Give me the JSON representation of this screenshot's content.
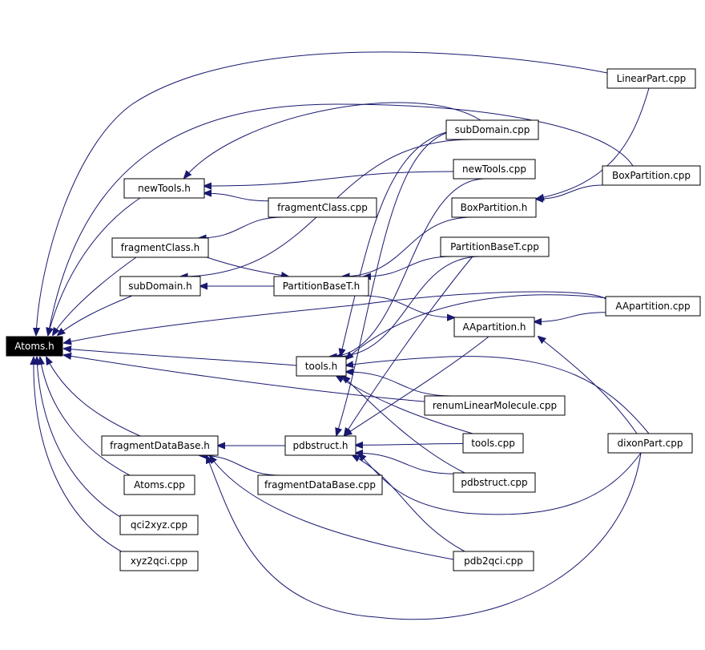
{
  "graph": {
    "nodes": [
      {
        "id": "atoms_h",
        "label": "Atoms.h",
        "root": true
      },
      {
        "id": "newtools_h",
        "label": "newTools.h"
      },
      {
        "id": "fragmentclass_h",
        "label": "fragmentClass.h"
      },
      {
        "id": "subdomain_h",
        "label": "subDomain.h"
      },
      {
        "id": "fragmentclass_cpp",
        "label": "fragmentClass.cpp"
      },
      {
        "id": "partitionbaset_h",
        "label": "PartitionBaseT.h"
      },
      {
        "id": "tools_h",
        "label": "tools.h"
      },
      {
        "id": "fragmentdatabase_h",
        "label": "fragmentDataBase.h"
      },
      {
        "id": "pdbstruct_h",
        "label": "pdbstruct.h"
      },
      {
        "id": "atoms_cpp",
        "label": "Atoms.cpp"
      },
      {
        "id": "qci2xyz_cpp",
        "label": "qci2xyz.cpp"
      },
      {
        "id": "xyz2qci_cpp",
        "label": "xyz2qci.cpp"
      },
      {
        "id": "fragmentdatabase_cpp",
        "label": "fragmentDataBase.cpp"
      },
      {
        "id": "subdomain_cpp",
        "label": "subDomain.cpp"
      },
      {
        "id": "newtools_cpp",
        "label": "newTools.cpp"
      },
      {
        "id": "boxpartition_h",
        "label": "BoxPartition.h"
      },
      {
        "id": "partitionbaset_cpp",
        "label": "PartitionBaseT.cpp"
      },
      {
        "id": "apartition_h",
        "label": "AApartition.h"
      },
      {
        "id": "renumlinearmolecule_cpp",
        "label": "renumLinearMolecule.cpp"
      },
      {
        "id": "tools_cpp",
        "label": "tools.cpp"
      },
      {
        "id": "pdbstruct_cpp",
        "label": "pdbstruct.cpp"
      },
      {
        "id": "pdb2qci_cpp",
        "label": "pdb2qci.cpp"
      },
      {
        "id": "linearpart_cpp",
        "label": "LinearPart.cpp"
      },
      {
        "id": "boxpartition_cpp",
        "label": "BoxPartition.cpp"
      },
      {
        "id": "apartition_cpp",
        "label": "AApartition.cpp"
      },
      {
        "id": "dixonpart_cpp",
        "label": "dixonPart.cpp"
      }
    ],
    "edges": [
      [
        "newtools_h",
        "atoms_h"
      ],
      [
        "fragmentclass_h",
        "atoms_h"
      ],
      [
        "subdomain_h",
        "atoms_h"
      ],
      [
        "tools_h",
        "atoms_h"
      ],
      [
        "fragmentdatabase_h",
        "atoms_h"
      ],
      [
        "atoms_cpp",
        "atoms_h"
      ],
      [
        "qci2xyz_cpp",
        "atoms_h"
      ],
      [
        "xyz2qci_cpp",
        "atoms_h"
      ],
      [
        "linearpart_cpp",
        "atoms_h"
      ],
      [
        "boxpartition_cpp",
        "atoms_h"
      ],
      [
        "apartition_cpp",
        "atoms_h"
      ],
      [
        "renumlinearmolecule_cpp",
        "atoms_h"
      ],
      [
        "fragmentclass_cpp",
        "newtools_h"
      ],
      [
        "newtools_cpp",
        "newtools_h"
      ],
      [
        "subdomain_cpp",
        "newtools_h"
      ],
      [
        "fragmentclass_cpp",
        "fragmentclass_h"
      ],
      [
        "partitionbaset_h",
        "subdomain_h"
      ],
      [
        "subdomain_cpp",
        "subdomain_h"
      ],
      [
        "partitionbaset_cpp",
        "partitionbaset_h"
      ],
      [
        "boxpartition_h",
        "partitionbaset_h"
      ],
      [
        "fragmentclass_h",
        "partitionbaset_h"
      ],
      [
        "partitionbaset_h",
        "apartition_h"
      ],
      [
        "apartition_cpp",
        "apartition_h"
      ],
      [
        "dixonpart_cpp",
        "apartition_h"
      ],
      [
        "linearpart_cpp",
        "boxpartition_h"
      ],
      [
        "boxpartition_cpp",
        "boxpartition_h"
      ],
      [
        "subdomain_cpp",
        "tools_h"
      ],
      [
        "newtools_cpp",
        "tools_h"
      ],
      [
        "partitionbaset_cpp",
        "tools_h"
      ],
      [
        "apartition_cpp",
        "tools_h"
      ],
      [
        "renumlinearmolecule_cpp",
        "tools_h"
      ],
      [
        "tools_cpp",
        "tools_h"
      ],
      [
        "pdbstruct_cpp",
        "tools_h"
      ],
      [
        "dixonpart_cpp",
        "tools_h"
      ],
      [
        "pdbstruct_h",
        "fragmentdatabase_h"
      ],
      [
        "fragmentdatabase_cpp",
        "fragmentdatabase_h"
      ],
      [
        "pdb2qci_cpp",
        "fragmentdatabase_h"
      ],
      [
        "dixonpart_cpp",
        "fragmentdatabase_h"
      ],
      [
        "tools_cpp",
        "pdbstruct_h"
      ],
      [
        "pdbstruct_cpp",
        "pdbstruct_h"
      ],
      [
        "pdb2qci_cpp",
        "pdbstruct_h"
      ],
      [
        "dixonpart_cpp",
        "pdbstruct_h"
      ],
      [
        "apartition_h",
        "pdbstruct_h"
      ],
      [
        "partitionbaset_cpp",
        "pdbstruct_h"
      ],
      [
        "subdomain_cpp",
        "pdbstruct_h"
      ]
    ]
  }
}
